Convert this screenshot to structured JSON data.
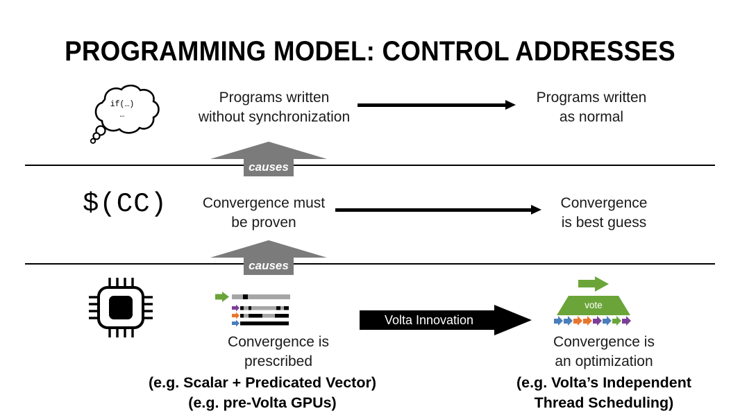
{
  "slide": {
    "title": "PROGRAMMING MODEL:  CONTROL ADDRESSES",
    "background_color": "#FFFFFF"
  },
  "colors": {
    "causes_gray": "#7B7B7B",
    "black": "#000000",
    "green": "#6BA539",
    "simd_gray": "#A6A6A6",
    "thread_blue": "#4A7EBB",
    "thread_orange": "#E8762C",
    "thread_purple": "#7C3F98",
    "thread_green": "#6BA539"
  },
  "rows": [
    {
      "id": "row-source",
      "icon_name": "thought-cloud-icon",
      "icon_code_lines": [
        "if(…)",
        "…"
      ],
      "left_text": "Programs written\nwithout synchronization",
      "left_text_line1": "Programs written",
      "left_text_line2": "without synchronization",
      "arrow_name": "thin-black-arrow",
      "right_text_line1": "Programs written",
      "right_text_line2": "as normal"
    },
    {
      "id": "row-compiler",
      "icon_name": "makefile-cc-symbol",
      "icon_text": "$(CC)",
      "left_text_line1": "Convergence must",
      "left_text_line2": "be proven",
      "arrow_name": "thin-black-arrow",
      "right_text_line1": "Convergence",
      "right_text_line2": "is best guess"
    },
    {
      "id": "row-hardware",
      "icon_name": "cpu-chip-icon",
      "left_text_line1": "Convergence is",
      "left_text_line2": "prescribed",
      "left_caption_line1": "(e.g. Scalar + Predicated Vector)",
      "left_caption_line2": "(e.g. pre-Volta GPUs)",
      "arrow_label": "Volta Innovation",
      "right_text_line1": "Convergence is",
      "right_text_line2": "an optimization",
      "right_caption_line1": "(e.g. Volta’s Independent",
      "right_caption_line2": "Thread Scheduling)",
      "vote_label": "vote"
    }
  ],
  "causes_arrows": [
    {
      "label": "causes"
    },
    {
      "label": "causes"
    }
  ],
  "thread_arrow_colors": [
    "#4A7EBB",
    "#4A7EBB",
    "#E8762C",
    "#E8762C",
    "#7C3F98",
    "#4A7EBB",
    "#6BA539",
    "#7C3F98"
  ]
}
